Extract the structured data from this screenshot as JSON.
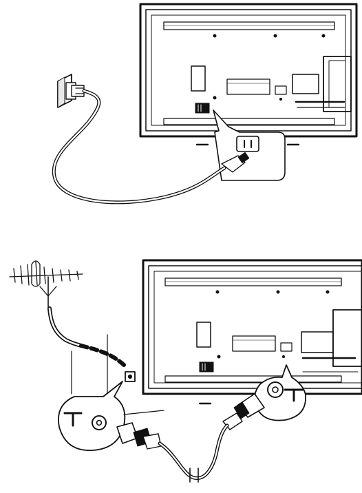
{
  "figure": {
    "panels": [
      {
        "id": "power-connection",
        "items": [
          "tv-rear-panel",
          "wall-socket",
          "power-cord",
          "power-inlet-callout"
        ]
      },
      {
        "id": "antenna-connection",
        "items": [
          "roof-antenna",
          "wall-antenna-outlet",
          "antenna-cable",
          "rf-input-callout",
          "wall-outlet-callout"
        ]
      }
    ],
    "icons": [
      "tv-back-icon",
      "power-plug-icon",
      "antenna-icon",
      "coaxial-connector-icon"
    ]
  }
}
